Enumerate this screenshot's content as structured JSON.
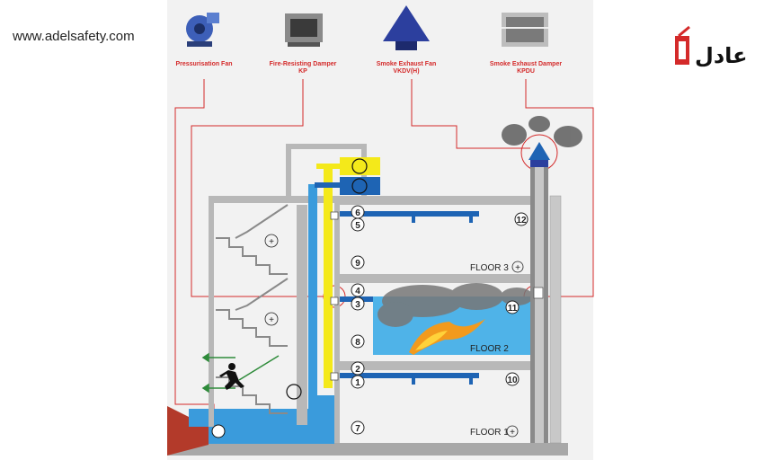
{
  "site": {
    "url": "www.adelsafety.com"
  },
  "brand": {
    "logo_text": "عادل"
  },
  "equipment": [
    {
      "key": "pressurisation-fan",
      "label": "Pressurisation Fan",
      "sub": "",
      "icon": "centrifugal-fan-icon"
    },
    {
      "key": "fire-damper",
      "label": "Fire-Resisting Damper",
      "sub": "KP",
      "icon": "fire-damper-icon"
    },
    {
      "key": "exhaust-fan",
      "label": "Smoke Exhaust Fan",
      "sub": "VKDV(H)",
      "icon": "roof-fan-icon"
    },
    {
      "key": "smoke-damper",
      "label": "Smoke Exhaust Damper",
      "sub": "KPDU",
      "icon": "smoke-damper-icon"
    }
  ],
  "floors": [
    "FLOOR 3",
    "FLOOR 2",
    "FLOOR 1"
  ],
  "markers": [
    "1",
    "2",
    "3",
    "4",
    "5",
    "6",
    "7",
    "8",
    "9",
    "10",
    "11",
    "12"
  ],
  "plus_sign": "+",
  "colors": {
    "supply_air": "#3a9bdc",
    "smoke_duct": "#1e64b4",
    "pressure_duct": "#f4e91a",
    "callout_line": "#d42a2a",
    "wall": "#b8b8b8",
    "exit_arrow": "#2e8b3a"
  }
}
